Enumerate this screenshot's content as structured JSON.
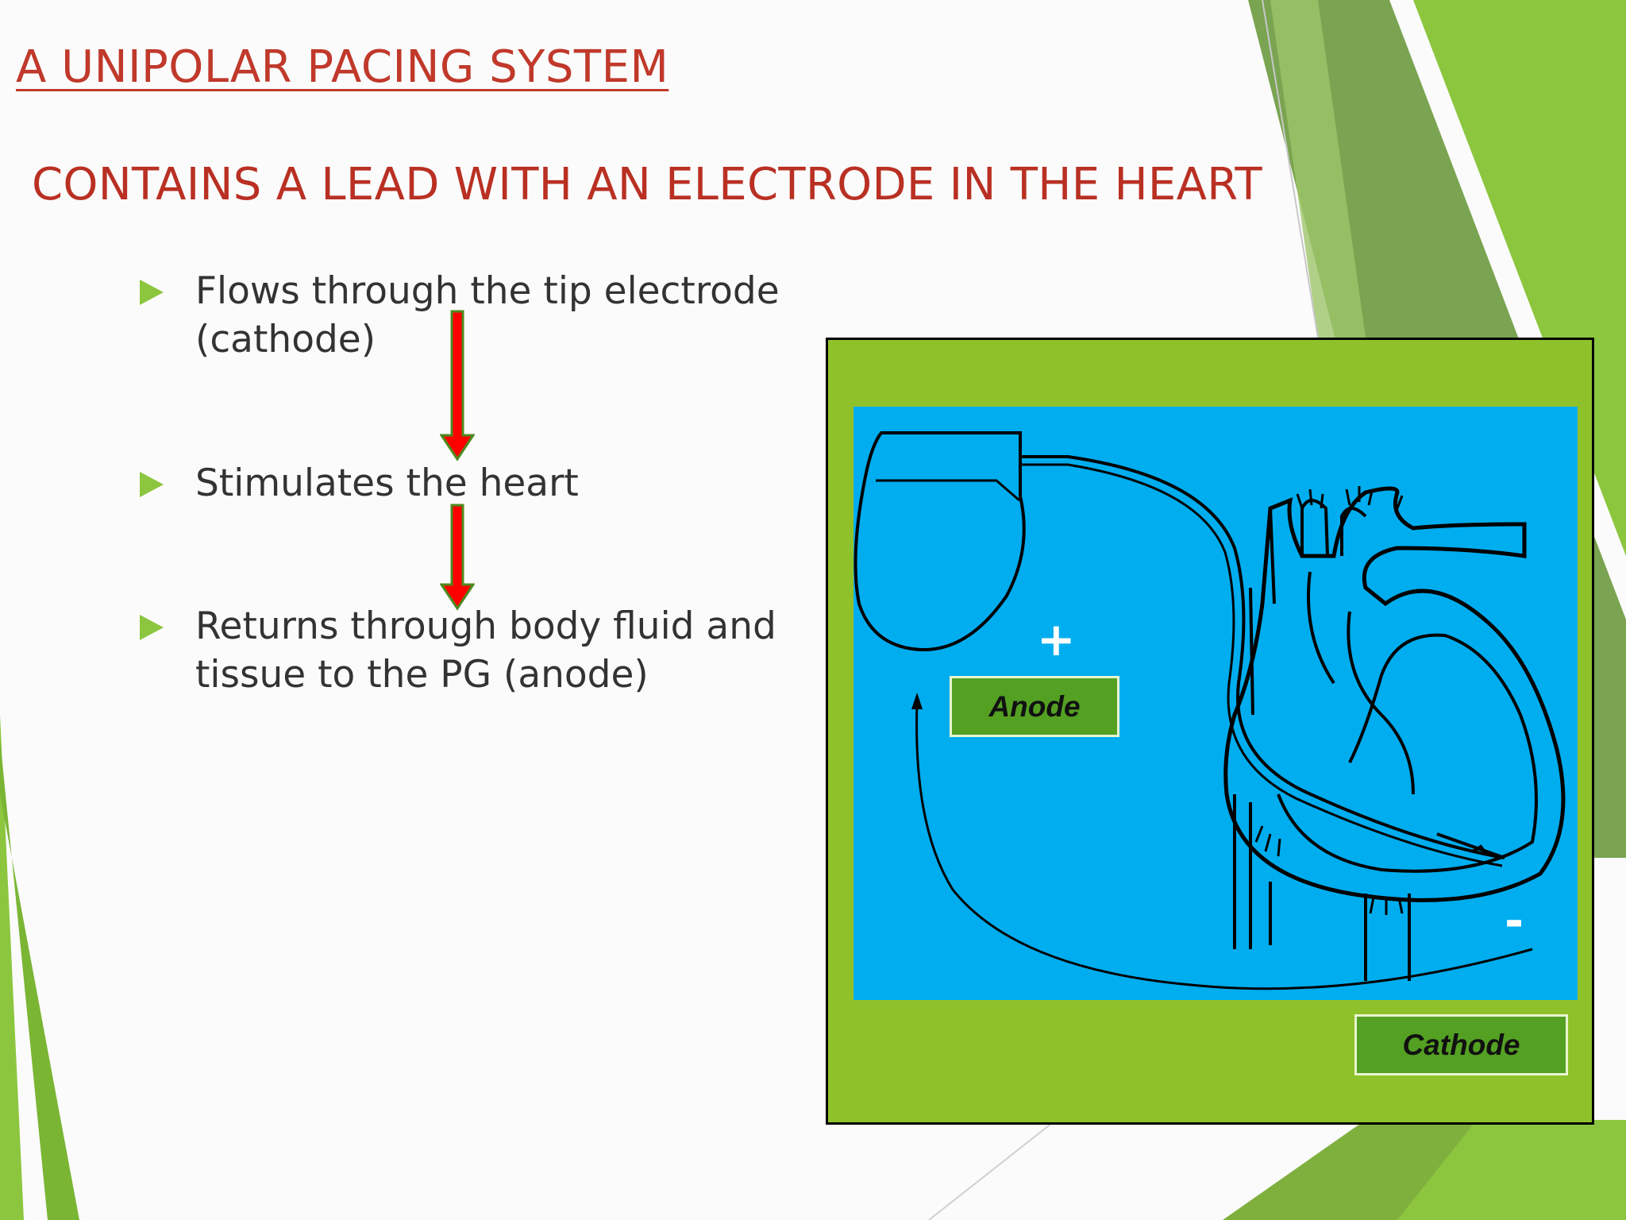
{
  "slide": {
    "title": "A UNIPOLAR PACING SYSTEM",
    "subtitle": "CONTAINS A LEAD WITH AN ELECTRODE IN THE HEART",
    "bullets": [
      "Flows through the tip electrode\n(cathode)",
      "Stimulates the heart",
      "Returns through body fluid and\ntissue to the PG (anode)"
    ]
  },
  "diagram": {
    "anode_label": "Anode",
    "cathode_label": "Cathode",
    "plus_sign": "+",
    "minus_sign": "-"
  },
  "colors": {
    "title": "#c0392b",
    "bullet_marker": "#8cc63f",
    "flow_arrow_fill": "#ff0000",
    "flow_arrow_border": "#4e8a1f",
    "panel_background": "#8fc22a",
    "heart_background": "#00adef",
    "label_box": "#54a023"
  },
  "icons": {
    "bullet": "triangle-right-icon",
    "flow": "arrow-down-icon"
  }
}
